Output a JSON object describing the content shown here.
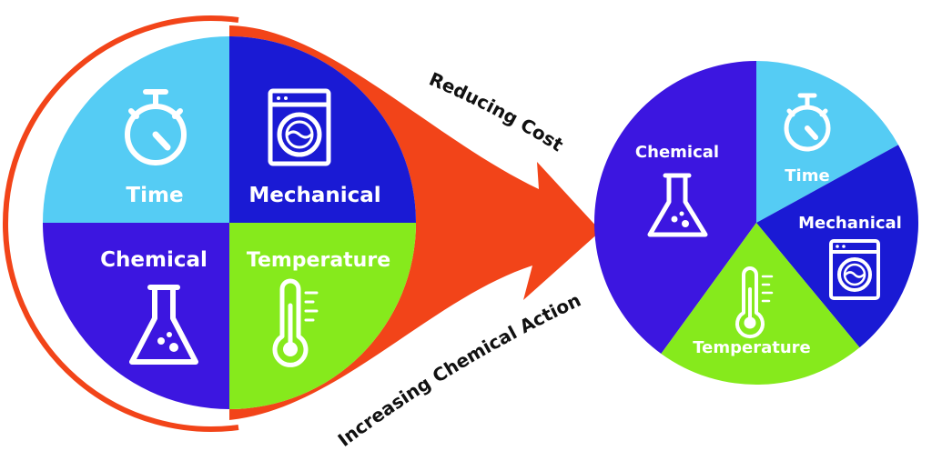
{
  "colors": {
    "time": "#55ccf4",
    "mechanical": "#1a1ad4",
    "chemical": "#3c16e0",
    "temperature": "#86ea1c",
    "arrow": "#f24419",
    "text_dark": "#111111",
    "text_light": "#ffffff"
  },
  "left_wheel": {
    "time": {
      "label": "Time",
      "icon": "stopwatch-icon"
    },
    "mechanical": {
      "label": "Mechanical",
      "icon": "washing-machine-icon"
    },
    "chemical": {
      "label": "Chemical",
      "icon": "flask-icon"
    },
    "temperature": {
      "label": "Temperature",
      "icon": "thermometer-icon"
    }
  },
  "arrow": {
    "top_text": "Reducing Cost",
    "bottom_text": "Increasing Chemical Action"
  },
  "right_wheel": {
    "chemical": {
      "label": "Chemical",
      "icon": "flask-icon",
      "share": 0.4
    },
    "time": {
      "label": "Time",
      "icon": "stopwatch-icon",
      "share": 0.17
    },
    "mechanical": {
      "label": "Mechanical",
      "icon": "washing-machine-icon",
      "share": 0.22
    },
    "temperature": {
      "label": "Temperature",
      "icon": "thermometer-icon",
      "share": 0.21
    }
  }
}
